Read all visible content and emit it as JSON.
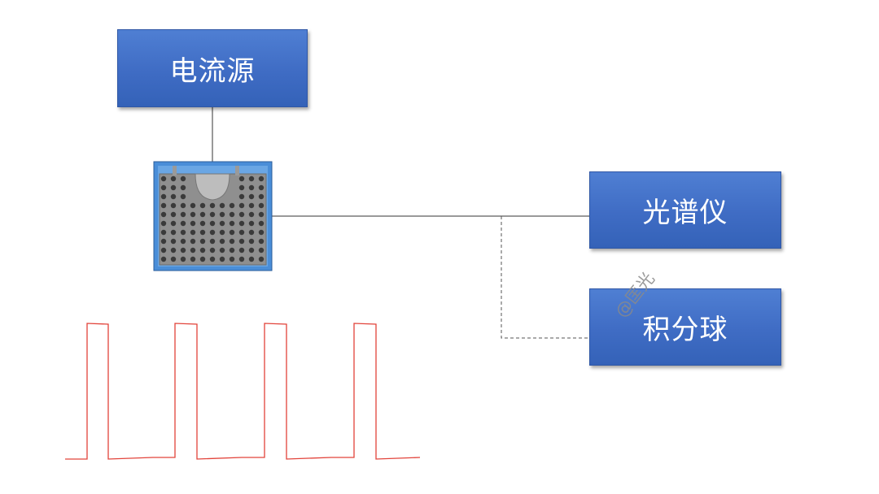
{
  "blocks": {
    "current_source": "电流源",
    "spectrometer": "光谱仪",
    "integrating_sphere": "积分球"
  },
  "watermark": "@匡光"
}
